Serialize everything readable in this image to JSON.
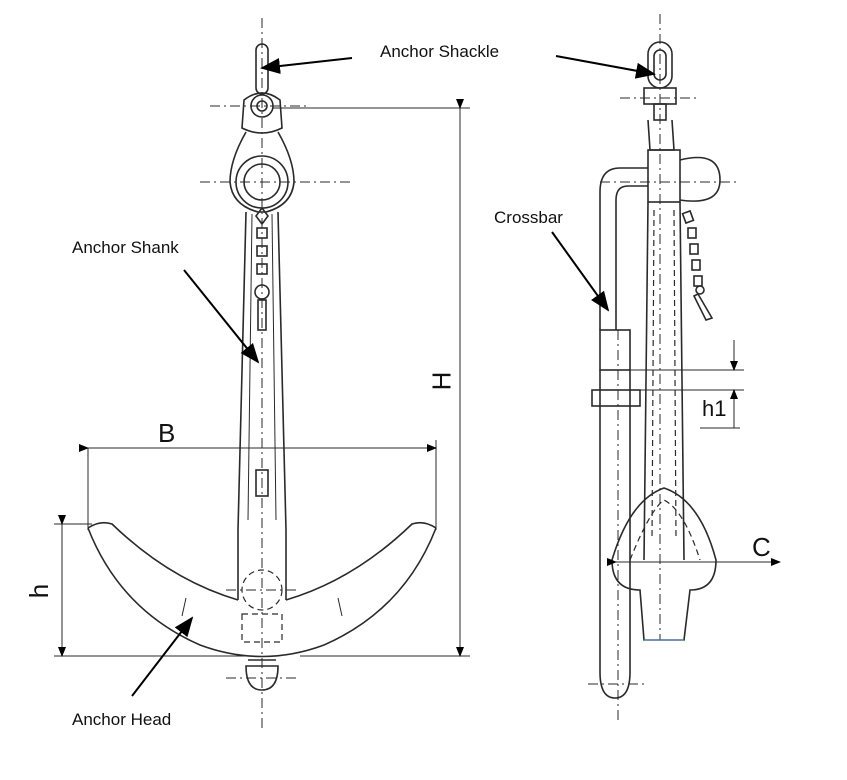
{
  "labels": {
    "anchor_shackle": "Anchor Shackle",
    "anchor_shank": "Anchor Shank",
    "crossbar": "Crossbar",
    "anchor_head": "Anchor Head"
  },
  "dimensions": {
    "B": "B",
    "H": "H",
    "h": "h",
    "h1": "h1",
    "C": "C"
  }
}
